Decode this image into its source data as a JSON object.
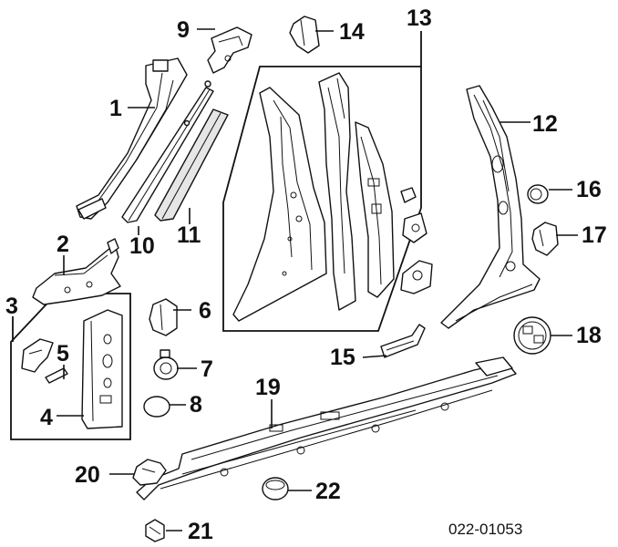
{
  "diagram_code": "022-01053",
  "callouts": [
    "1",
    "2",
    "3",
    "4",
    "5",
    "6",
    "7",
    "8",
    "9",
    "10",
    "11",
    "12",
    "13",
    "14",
    "15",
    "16",
    "17",
    "18",
    "19",
    "20",
    "21",
    "22"
  ],
  "colors": {
    "line": "#111111",
    "background": "#ffffff",
    "part_shade": "#e6e6e6"
  }
}
